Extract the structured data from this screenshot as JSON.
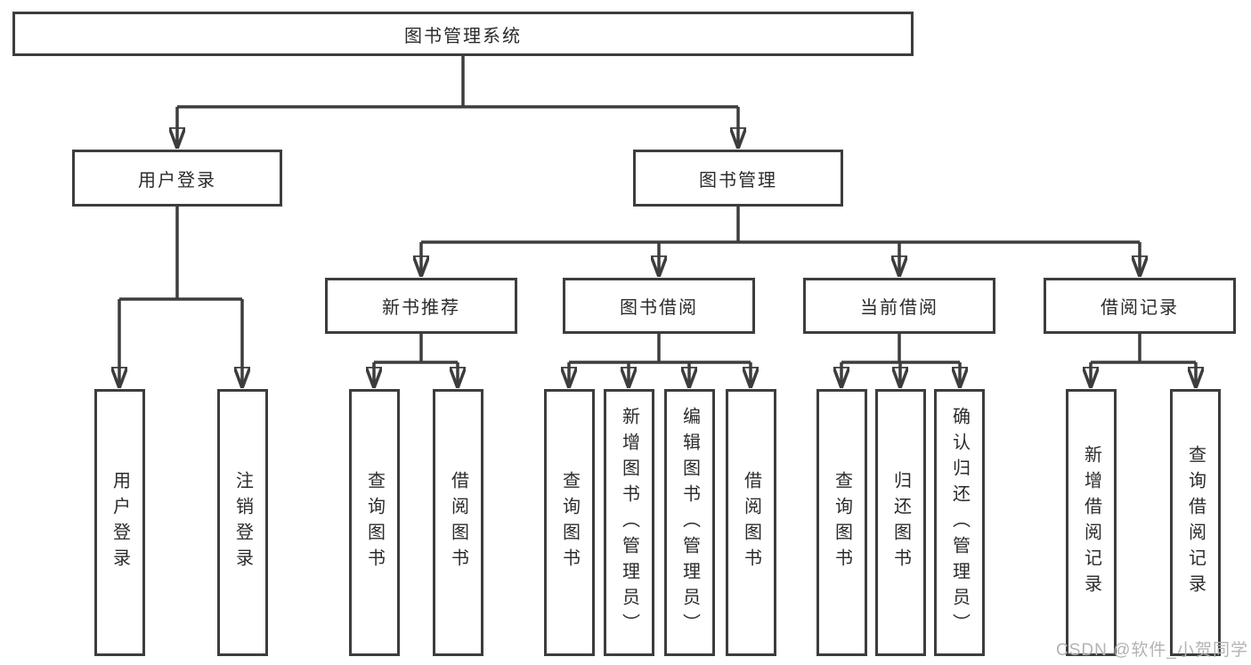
{
  "watermark": "CSDN @软件_小贺同学",
  "colors": {
    "line": "#3d3d3d",
    "text": "#2b2b2b",
    "watermark": "#b3b3b3",
    "background": "#ffffff"
  },
  "tree": {
    "label": "图书管理系统",
    "children": [
      {
        "label": "用户登录",
        "children": [
          {
            "label": "用户登录"
          },
          {
            "label": "注销登录"
          }
        ]
      },
      {
        "label": "图书管理",
        "children": [
          {
            "label": "新书推荐",
            "children": [
              {
                "label": "查询图书"
              },
              {
                "label": "借阅图书"
              }
            ]
          },
          {
            "label": "图书借阅",
            "children": [
              {
                "label": "查询图书"
              },
              {
                "label": "新增图书（管理员）"
              },
              {
                "label": "编辑图书（管理员）"
              },
              {
                "label": "借阅图书"
              }
            ]
          },
          {
            "label": "当前借阅",
            "children": [
              {
                "label": "查询图书"
              },
              {
                "label": "归还图书"
              },
              {
                "label": "确认归还（管理员）"
              }
            ]
          },
          {
            "label": "借阅记录",
            "children": [
              {
                "label": "新增借阅记录"
              },
              {
                "label": "查询借阅记录"
              }
            ]
          }
        ]
      }
    ]
  }
}
